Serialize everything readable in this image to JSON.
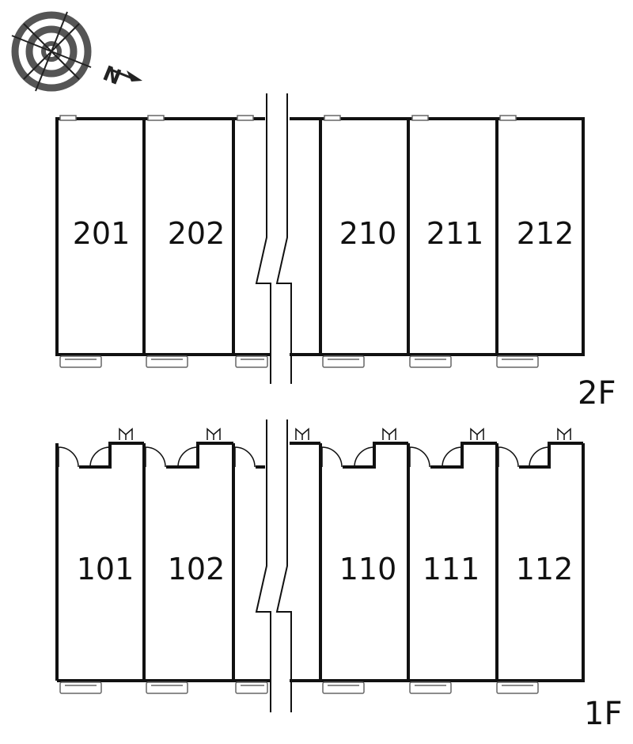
{
  "compass": {
    "north_label": "N",
    "icon": "compass-rose-icon"
  },
  "floors": [
    {
      "label": "2F",
      "units_left": [
        "201",
        "202"
      ],
      "units_right": [
        "210",
        "211",
        "212"
      ]
    },
    {
      "label": "1F",
      "units_left": [
        "101",
        "102"
      ],
      "units_right": [
        "110",
        "111",
        "112"
      ]
    }
  ],
  "colors": {
    "wall": "#111111",
    "fixture": "#666666",
    "compass": "#555555"
  }
}
